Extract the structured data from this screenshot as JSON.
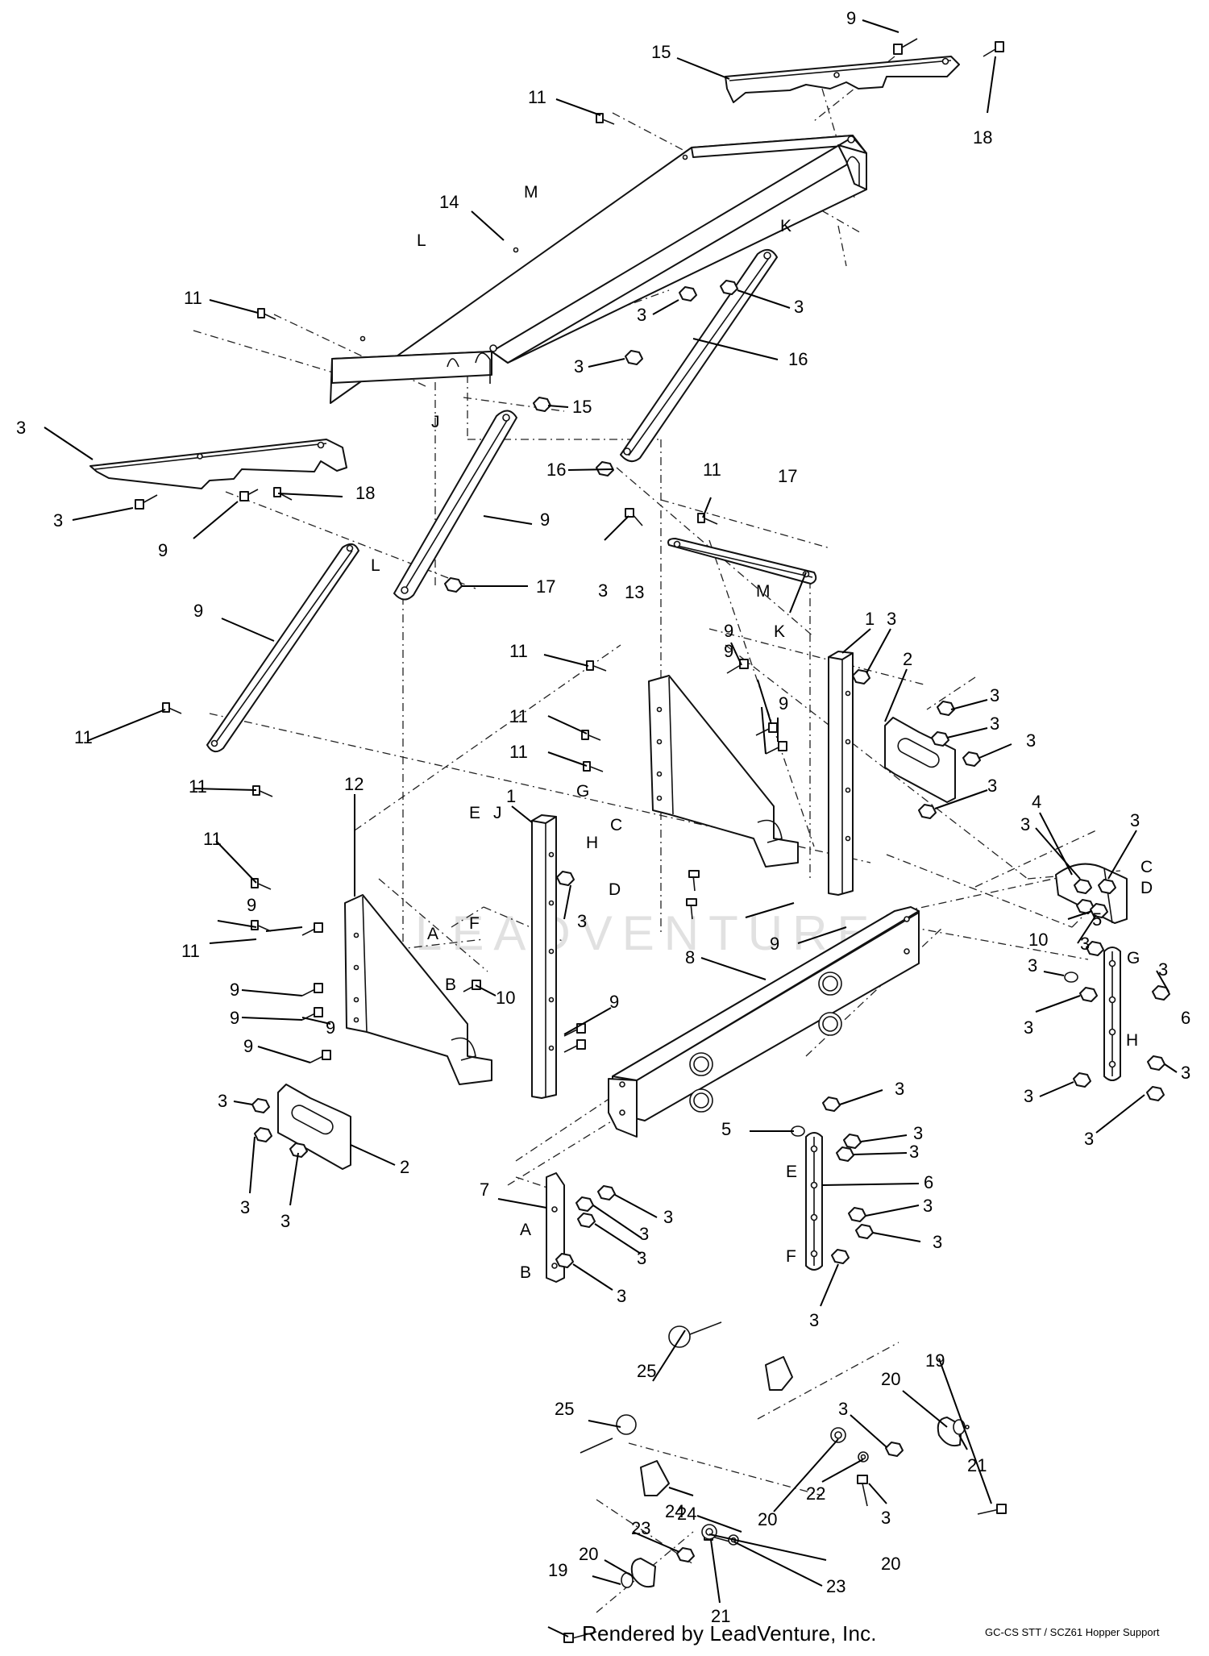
{
  "figure": {
    "caption": "GC-CS STT / SCZ61 Hopper Support",
    "watermark": "LEADVENTURE",
    "rendered_by": "Rendered by LeadVenture, Inc."
  },
  "callouts": [
    {
      "id": "c-9-a",
      "label": "9"
    },
    {
      "id": "c-15-a",
      "label": "15"
    },
    {
      "id": "c-18-a",
      "label": "18"
    },
    {
      "id": "c-11-a",
      "label": "11"
    },
    {
      "id": "c-14",
      "label": "14"
    },
    {
      "id": "c-11-b",
      "label": "11"
    },
    {
      "id": "c-3-a",
      "label": "3"
    },
    {
      "id": "c-3-b",
      "label": "3"
    },
    {
      "id": "c-16-a",
      "label": "16"
    },
    {
      "id": "c-3-c",
      "label": "3"
    },
    {
      "id": "c-3-d",
      "label": "3"
    },
    {
      "id": "c-15-b",
      "label": "15"
    },
    {
      "id": "c-3-e",
      "label": "3"
    },
    {
      "id": "c-9-b",
      "label": "9"
    },
    {
      "id": "c-18-b",
      "label": "18"
    },
    {
      "id": "c-9-c",
      "label": "9"
    },
    {
      "id": "c-16-b",
      "label": "16"
    },
    {
      "id": "c-3-f",
      "label": "3"
    },
    {
      "id": "c-11-c",
      "label": "11"
    },
    {
      "id": "c-17-a",
      "label": "17"
    },
    {
      "id": "c-9-d",
      "label": "9"
    },
    {
      "id": "c-17-b",
      "label": "17"
    },
    {
      "id": "c-11-d",
      "label": "11"
    },
    {
      "id": "c-13",
      "label": "13"
    },
    {
      "id": "c-9-e",
      "label": "9"
    },
    {
      "id": "c-1-a",
      "label": "1"
    },
    {
      "id": "c-3-g",
      "label": "3"
    },
    {
      "id": "c-2-a",
      "label": "2"
    },
    {
      "id": "c-3-h",
      "label": "3"
    },
    {
      "id": "c-3-i",
      "label": "3"
    },
    {
      "id": "c-3-j",
      "label": "3"
    },
    {
      "id": "c-3-k",
      "label": "3"
    },
    {
      "id": "c-11-e",
      "label": "11"
    },
    {
      "id": "c-9-f",
      "label": "9"
    },
    {
      "id": "c-9-g",
      "label": "9"
    },
    {
      "id": "c-11-f",
      "label": "11"
    },
    {
      "id": "c-11-g",
      "label": "11"
    },
    {
      "id": "c-12",
      "label": "12"
    },
    {
      "id": "c-1-b",
      "label": "1"
    },
    {
      "id": "c-11-h",
      "label": "11"
    },
    {
      "id": "c-11-i",
      "label": "11"
    },
    {
      "id": "c-4",
      "label": "4"
    },
    {
      "id": "c-3-l",
      "label": "3"
    },
    {
      "id": "c-3-m",
      "label": "3"
    },
    {
      "id": "c-3-n",
      "label": "3"
    },
    {
      "id": "c-9-h",
      "label": "9"
    },
    {
      "id": "c-11-j",
      "label": "11"
    },
    {
      "id": "c-3-o",
      "label": "3"
    },
    {
      "id": "c-10-a",
      "label": "10"
    },
    {
      "id": "c-9-i",
      "label": "9"
    },
    {
      "id": "c-3-p",
      "label": "3"
    },
    {
      "id": "c-5-a",
      "label": "5"
    },
    {
      "id": "c-8",
      "label": "8"
    },
    {
      "id": "c-9-j",
      "label": "9"
    },
    {
      "id": "c-9-k",
      "label": "9"
    },
    {
      "id": "c-10-b",
      "label": "10"
    },
    {
      "id": "c-9-l",
      "label": "9"
    },
    {
      "id": "c-9-m",
      "label": "9"
    },
    {
      "id": "c-9-n",
      "label": "9"
    },
    {
      "id": "c-3-q",
      "label": "3"
    },
    {
      "id": "c-6-a",
      "label": "6"
    },
    {
      "id": "c-3-r",
      "label": "3"
    },
    {
      "id": "c-3-s",
      "label": "3"
    },
    {
      "id": "c-3-t",
      "label": "3"
    },
    {
      "id": "c-3-u",
      "label": "3"
    },
    {
      "id": "c-3-v",
      "label": "3"
    },
    {
      "id": "c-3-w",
      "label": "3"
    },
    {
      "id": "c-2-b",
      "label": "2"
    },
    {
      "id": "c-3-x",
      "label": "3"
    },
    {
      "id": "c-3-y",
      "label": "3"
    },
    {
      "id": "c-5-b",
      "label": "5"
    },
    {
      "id": "c-3-z",
      "label": "3"
    },
    {
      "id": "c-3-aa",
      "label": "3"
    },
    {
      "id": "c-6-b",
      "label": "6"
    },
    {
      "id": "c-7",
      "label": "7"
    },
    {
      "id": "c-3-ab",
      "label": "3"
    },
    {
      "id": "c-3-ac",
      "label": "3"
    },
    {
      "id": "c-3-ad",
      "label": "3"
    },
    {
      "id": "c-3-ae",
      "label": "3"
    },
    {
      "id": "c-3-af",
      "label": "3"
    },
    {
      "id": "c-3-ag",
      "label": "3"
    },
    {
      "id": "c-3-ah",
      "label": "3"
    },
    {
      "id": "c-19-a",
      "label": "19"
    },
    {
      "id": "c-25-a",
      "label": "25"
    },
    {
      "id": "c-20-a",
      "label": "20"
    },
    {
      "id": "c-3-ai",
      "label": "3"
    },
    {
      "id": "c-25-b",
      "label": "25"
    },
    {
      "id": "c-24-a",
      "label": "24"
    },
    {
      "id": "c-21-a",
      "label": "21"
    },
    {
      "id": "c-20-b",
      "label": "20"
    },
    {
      "id": "c-22",
      "label": "22"
    },
    {
      "id": "c-24-b",
      "label": "24"
    },
    {
      "id": "c-23-a",
      "label": "23"
    },
    {
      "id": "c-3-aj",
      "label": "3"
    },
    {
      "id": "c-23-b",
      "label": "23"
    },
    {
      "id": "c-20-c",
      "label": "20"
    },
    {
      "id": "c-21-b",
      "label": "21"
    },
    {
      "id": "c-20-d",
      "label": "20"
    },
    {
      "id": "c-19-b",
      "label": "19"
    }
  ],
  "letters": [
    {
      "id": "l-m-top",
      "label": "M"
    },
    {
      "id": "l-l-top",
      "label": "L"
    },
    {
      "id": "l-k-top",
      "label": "K"
    },
    {
      "id": "l-j-top",
      "label": "J"
    },
    {
      "id": "l-l-mid",
      "label": "L"
    },
    {
      "id": "l-m-mid",
      "label": "M"
    },
    {
      "id": "l-k-mid",
      "label": "K"
    },
    {
      "id": "l-g-left",
      "label": "G"
    },
    {
      "id": "l-c-left",
      "label": "C"
    },
    {
      "id": "l-h-left",
      "label": "H"
    },
    {
      "id": "l-d-left",
      "label": "D"
    },
    {
      "id": "l-j-mid",
      "label": "J"
    },
    {
      "id": "l-e-left",
      "label": "E"
    },
    {
      "id": "l-f-left",
      "label": "F"
    },
    {
      "id": "l-a-left",
      "label": "A"
    },
    {
      "id": "l-b-left",
      "label": "B"
    },
    {
      "id": "l-c-right",
      "label": "C"
    },
    {
      "id": "l-d-right",
      "label": "D"
    },
    {
      "id": "l-g-right",
      "label": "G"
    },
    {
      "id": "l-h-right",
      "label": "H"
    },
    {
      "id": "l-e-bottom",
      "label": "E"
    },
    {
      "id": "l-f-bottom",
      "label": "F"
    },
    {
      "id": "l-a-bottom",
      "label": "A"
    },
    {
      "id": "l-b-bottom",
      "label": "B"
    }
  ]
}
